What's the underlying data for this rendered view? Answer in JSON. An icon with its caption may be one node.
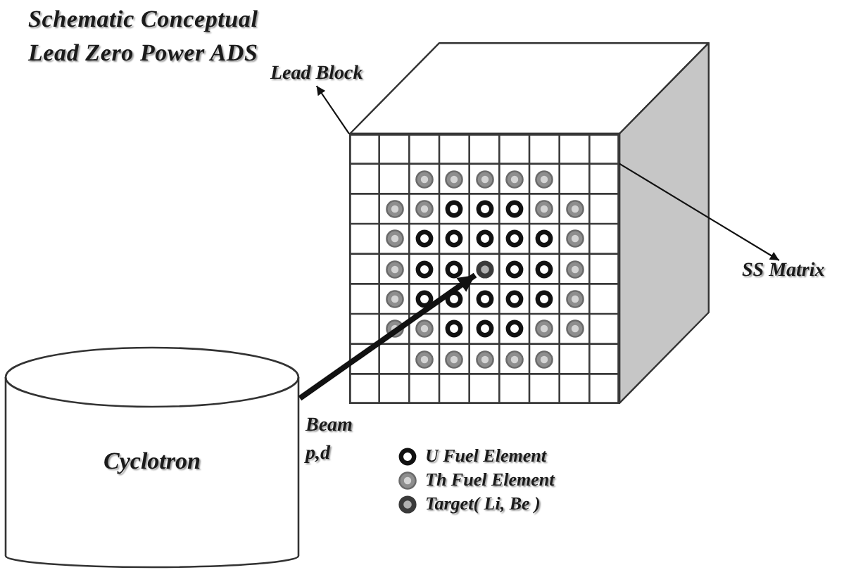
{
  "diagram": {
    "title": "Schematic Conceptual Lead Zero Power ADS",
    "nodes": [
      {
        "text": [
          "Lead Block"
        ]
      },
      {
        "text": [],
        "shape": "cube"
      },
      {
        "text": [],
        "shape": "grid",
        "in": 1
      },
      {
        "text": [],
        "shape": "circle",
        "in": 2
      },
      {
        "text": [
          "SS Matrix"
        ]
      },
      {
        "text": [
          "Cyclotron"
        ]
      }
    ],
    "edges": [
      {
        "from": 1,
        "to": 0,
        "arrow": "to"
      },
      {
        "from": 2,
        "to": 4,
        "arrow": "to"
      },
      {
        "from": 5,
        "to": 3,
        "arrow": "to",
        "label": "Beam p,d",
        "style": "thick"
      }
    ],
    "legend": [
      {
        "text": "U Fuel Element"
      },
      {
        "text": "Th Fuel Element"
      },
      {
        "text": "Target( Li, Be )"
      }
    ]
  }
}
